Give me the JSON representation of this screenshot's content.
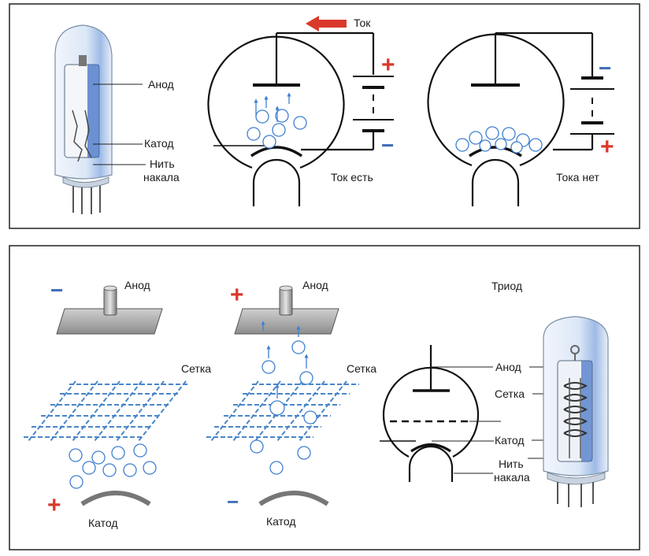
{
  "colors": {
    "plus": "#d9392b",
    "minus": "#3f6fb8",
    "electron": "#3f7fd0",
    "glass": "#bcd2ee",
    "line": "#111111",
    "frame": "#222222"
  },
  "top_panel": {
    "current_label": "Ток",
    "tube_labels": {
      "anode": "Анод",
      "cathode": "Катод",
      "filament_line1": "Нить",
      "filament_line2": "накала"
    },
    "diode_on": {
      "caption": "Ток есть",
      "battery_top_sign": "+",
      "battery_bottom_sign": "−"
    },
    "diode_off": {
      "caption": "Тока нет",
      "battery_top_sign": "−",
      "battery_bottom_sign": "+"
    }
  },
  "bottom_panel": {
    "left_demo": {
      "anode": "Анод",
      "grid": "Сетка",
      "cathode": "Катод",
      "anode_sign": "−",
      "cathode_sign": "+"
    },
    "middle_demo": {
      "anode": "Анод",
      "grid": "Сетка",
      "cathode": "Катод",
      "anode_sign": "+",
      "cathode_sign": "−"
    },
    "triode": {
      "title": "Триод",
      "anode": "Анод",
      "grid": "Сетка",
      "cathode": "Катод",
      "filament_line1": "Нить",
      "filament_line2": "накала"
    }
  }
}
